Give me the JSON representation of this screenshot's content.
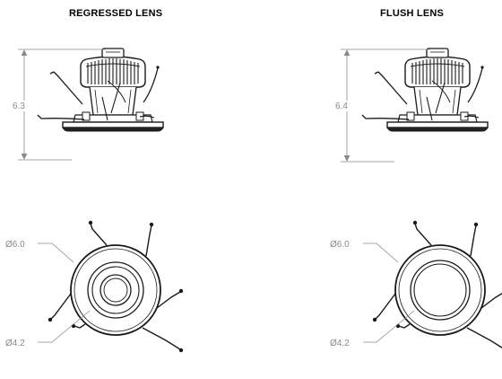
{
  "titles": {
    "left": "REGRESSED LENS",
    "right": "FLUSH LENS"
  },
  "views": [
    {
      "name": "regressed",
      "height_label": "6.3",
      "outer_dia_label": "Ø6.0",
      "lens_dia_label": "Ø4.2"
    },
    {
      "name": "flush",
      "height_label": "6.4",
      "outer_dia_label": "Ø6.0",
      "lens_dia_label": "Ø4.2"
    }
  ],
  "colors": {
    "line": "#1a1a1a",
    "dim": "#8a8a8a"
  }
}
